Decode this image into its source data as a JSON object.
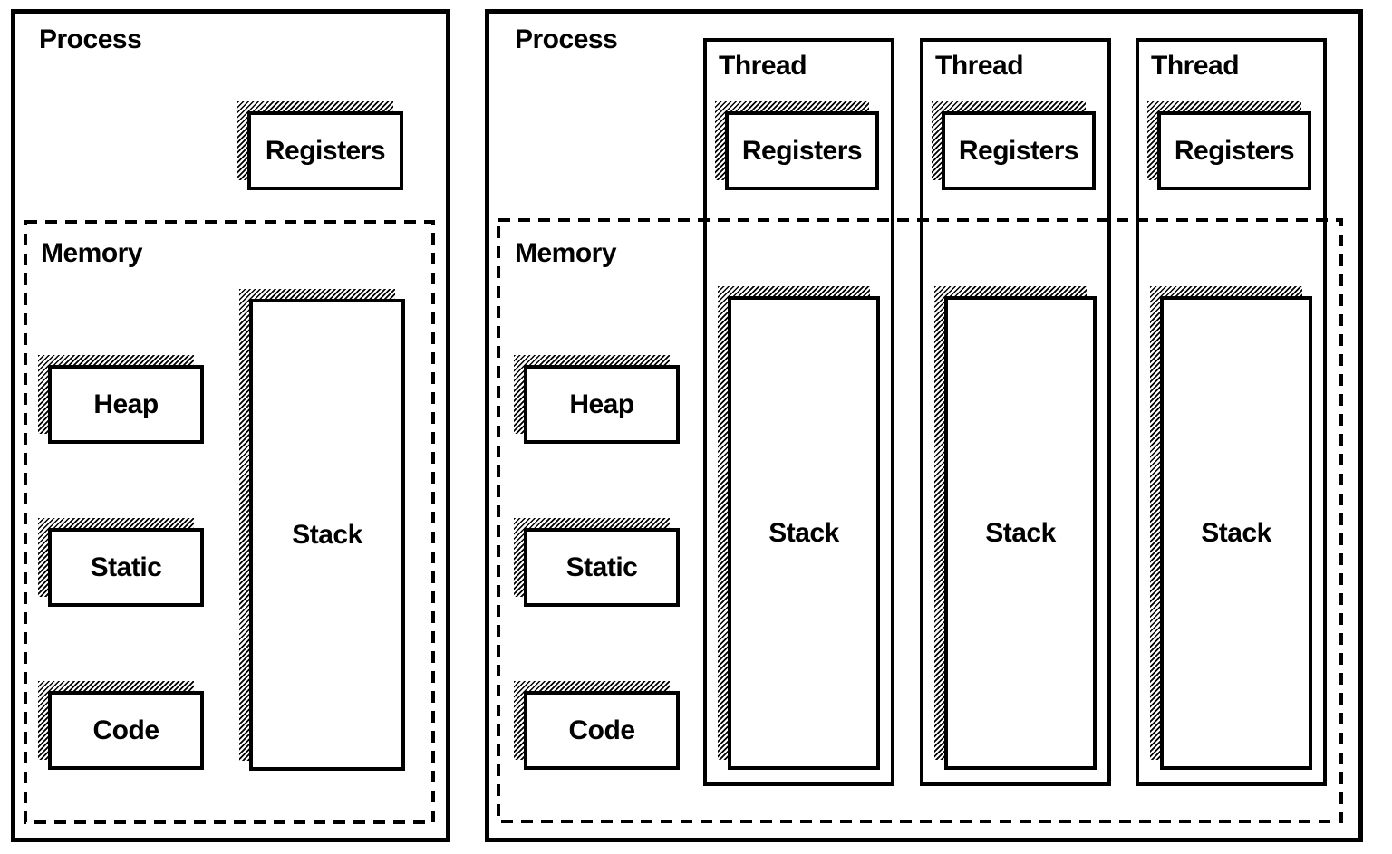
{
  "figure": {
    "ink_color": "#000000",
    "paper_color": "#ffffff",
    "left_panel": {
      "process_label": "Process",
      "registers_label": "Registers",
      "memory": {
        "label": "Memory",
        "segments": [
          "Heap",
          "Static",
          "Code"
        ],
        "stack_label": "Stack"
      }
    },
    "right_panel": {
      "process_label": "Process",
      "memory": {
        "label": "Memory",
        "segments": [
          "Heap",
          "Static",
          "Code"
        ]
      },
      "threads": [
        {
          "label": "Thread",
          "registers_label": "Registers",
          "stack_label": "Stack"
        },
        {
          "label": "Thread",
          "registers_label": "Registers",
          "stack_label": "Stack"
        },
        {
          "label": "Thread",
          "registers_label": "Registers",
          "stack_label": "Stack"
        }
      ]
    }
  }
}
